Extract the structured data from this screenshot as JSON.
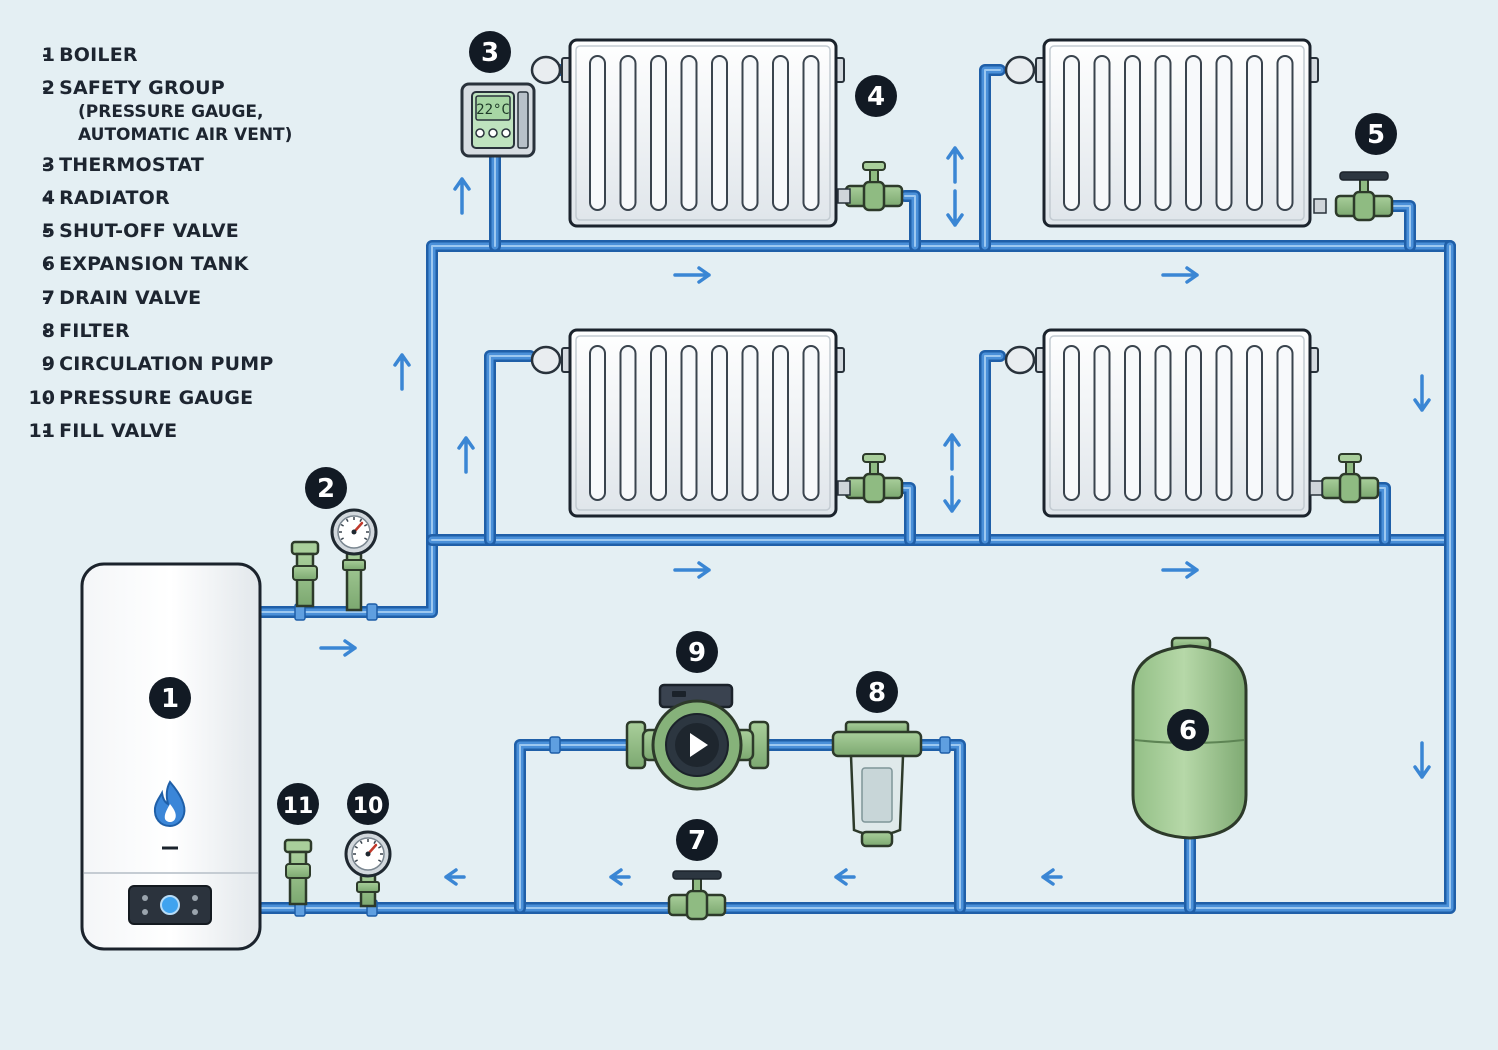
{
  "legend": {
    "items": [
      {
        "num": "1",
        "sep": "-",
        "label": "BOILER"
      },
      {
        "num": "2",
        "sep": "-",
        "label": "SAFETY GROUP",
        "sub": [
          "(PRESSURE GAUGE,",
          "AUTOMATIC AIR VENT)"
        ]
      },
      {
        "num": "3",
        "sep": "-",
        "label": "THERMOSTAT"
      },
      {
        "num": "4",
        "sep": "-",
        "label": "RADIATOR"
      },
      {
        "num": "5",
        "sep": "-",
        "label": "SHUT-OFF VALVE"
      },
      {
        "num": "6",
        "sep": "-",
        "label": "EXPANSION TANK"
      },
      {
        "num": "7",
        "sep": "-",
        "label": "DRAIN VALVE"
      },
      {
        "num": "8",
        "sep": "-",
        "label": "FILTER"
      },
      {
        "num": "9",
        "sep": "-",
        "label": "CIRCULATION PUMP"
      },
      {
        "num": "10",
        "sep": "-",
        "label": "PRESSURE GAUGE"
      },
      {
        "num": "11",
        "sep": "-",
        "label": "FILL VALVE"
      }
    ]
  },
  "badges": {
    "boiler": "1",
    "safety_group": "2",
    "thermostat": "3",
    "radiator": "4",
    "shutoff_valve": "5",
    "expansion_tank": "6",
    "drain_valve": "7",
    "filter": "8",
    "pump": "9",
    "pressure_gauge": "10",
    "fill_valve": "11"
  },
  "thermostat": {
    "display": "22°C"
  },
  "colors": {
    "pipe": "#4a90d9",
    "pipe_outline": "#1f5fa8",
    "arrow": "#3a86d4",
    "fitting": "#8dba82",
    "badge": "#121a24",
    "background": "#e4eff3"
  }
}
